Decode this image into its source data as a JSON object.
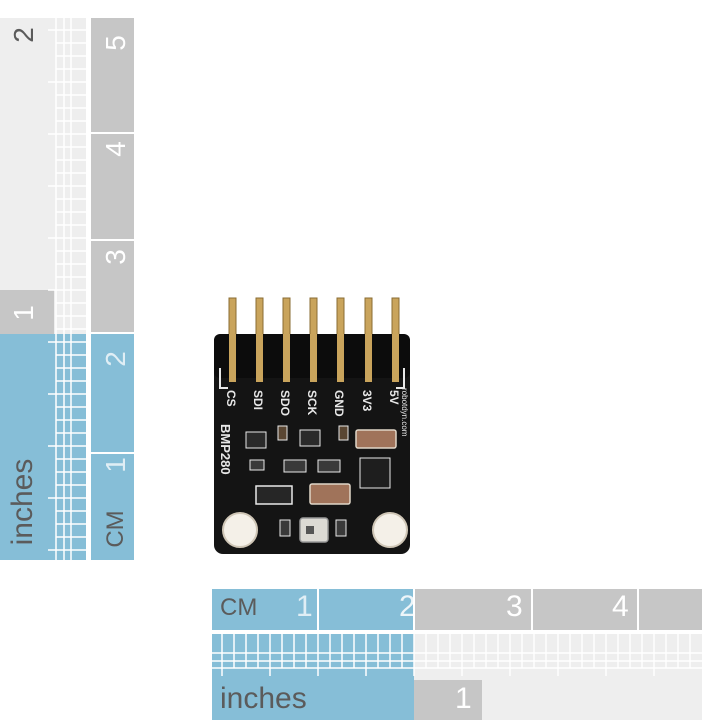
{
  "vertical_ruler": {
    "inch_label": "inches",
    "inch_numbers": [
      "1",
      "2"
    ],
    "cm_label": "CM",
    "cm_numbers": [
      "1",
      "2",
      "3",
      "4",
      "5"
    ]
  },
  "horizontal_ruler": {
    "cm_label": "CM",
    "cm_numbers": [
      "1",
      "2",
      "3",
      "4"
    ],
    "inch_label": "inches",
    "inch_numbers": [
      "1"
    ]
  },
  "board": {
    "pin_labels": [
      "CS",
      "SDI",
      "SDO",
      "SCK",
      "GND",
      "3V3",
      "5V"
    ],
    "chip_label": "BMP280",
    "website": "robotdyn.com",
    "colors": {
      "pcb": "#141414",
      "pin": "#c9a45c",
      "silkscreen": "#e8e8e8",
      "pad": "#d8d0c4"
    }
  }
}
